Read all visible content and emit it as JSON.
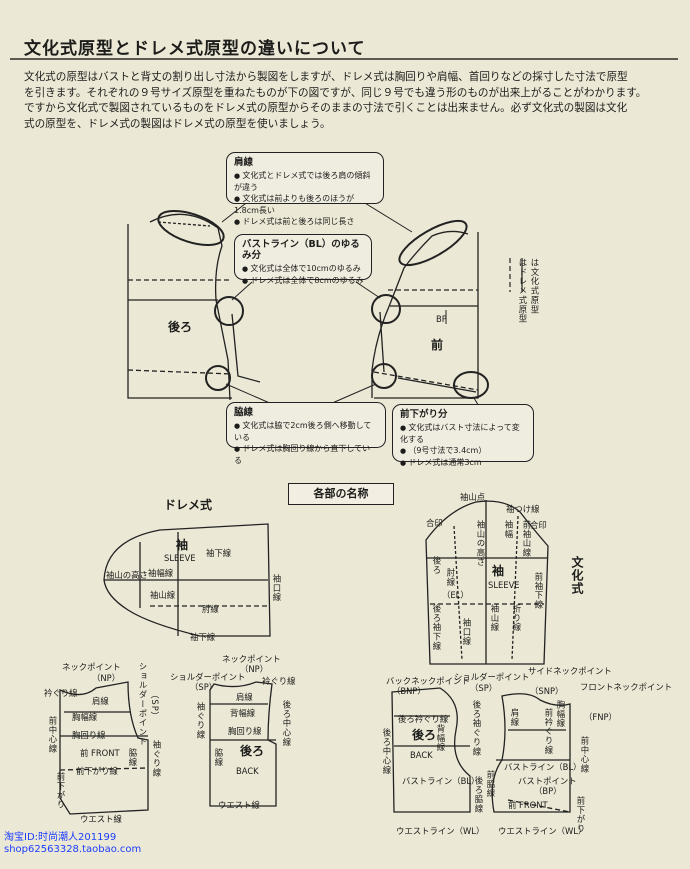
{
  "title": "文化式原型とドレメ式原型の違いについて",
  "intro": [
    "文化式の原型はバストと背丈の割り出し寸法から製図をしますが、ドレメ式は胸回りや肩幅、首回りなどの採寸した寸法で原型",
    "を引きます。それぞれの９号サイズ原型を重ねたものが下の図ですが、同じ９号でも違う形のものが出来上がることがわかります。",
    "ですから文化式で製図されているものをドレメ式の原型からそのままの寸法で引くことは出来ません。必ず文化式の製図は文化",
    "式の原型を、ドレメ式の製図はドレメ式の原型を使いましょう。"
  ],
  "comparison": {
    "shoulder": {
      "title": "肩線",
      "items": [
        "文化式とドレメ式では後ろ肩の傾斜が違う",
        "文化式は前よりも後ろのほうが1.8cm長い",
        "ドレメ式は前と後ろは同じ長さ"
      ]
    },
    "bust": {
      "title": "バストライン（BL）のゆるみ分",
      "items": [
        "文化式は全体で10cmのゆるみ",
        "ドレメ式は全体で8cmのゆるみ"
      ]
    },
    "side": {
      "title": "脇線",
      "items": [
        "文化式は脇で2cm後ろ側へ移動している",
        "ドレメ式は胸回り線から直下している"
      ]
    },
    "front_drop": {
      "title": "前下がり分",
      "items": [
        "文化式はバスト寸法によって変化する",
        "（9号寸法で3.4cm）",
        "ドレメ式は通常3cm"
      ]
    },
    "back_label": "後ろ",
    "front_label": "前",
    "bp_label": "BP",
    "legend_bunka": "は文化式原型",
    "legend_doreme": "はドレメ式原型"
  },
  "section_title": "各部の名称",
  "doreme": {
    "heading": "ドレメ式",
    "sleeve": [
      "袖",
      "SLEEVE",
      "袖下線",
      "袖山の高さ",
      "袖幅線",
      "袖山線",
      "肘線",
      "袖口線",
      "袖下線"
    ],
    "front": [
      "ネックポイント",
      "（NP）",
      "ショルダーポイント",
      "（SP）",
      "衿ぐり線",
      "肩線",
      "胸幅線",
      "胸回り線",
      "前中心線",
      "前 FRONT",
      "脇線",
      "袖ぐり線",
      "前下がり線",
      "前下がり",
      "ウエスト線"
    ],
    "back": [
      "ネックポイント",
      "（NP）",
      "ショルダーポイント",
      "（SP）",
      "衿ぐり線",
      "肩線",
      "背幅線",
      "胸回り線",
      "袖ぐり線",
      "後ろ中心線",
      "後ろ",
      "BACK",
      "脇線",
      "ウエスト線"
    ]
  },
  "bunka": {
    "heading": "文化式",
    "sleeve": [
      "袖山点",
      "袖つけ線",
      "合印",
      "合印",
      "後ろ",
      "肘線",
      "（EL）",
      "袖",
      "SLEEVE",
      "袖幅",
      "前袖下線",
      "後ろ袖下線",
      "袖山線",
      "折り線",
      "袖口線",
      "前袖山線",
      "袖山の高さ"
    ],
    "back": [
      "バックネックポイント",
      "（BNP）",
      "ショルダーポイント",
      "（SP）",
      "後ろ衿ぐり線",
      "後ろ",
      "BACK",
      "背幅線",
      "後ろ袖ぐり線",
      "後ろ中心線",
      "バストライン（BL）",
      "後ろ脇線",
      "ウエストライン（WL）"
    ],
    "front": [
      "サイドネックポイント",
      "（SNP）",
      "フロントネックポイント",
      "（FNP）",
      "肩線",
      "前衿ぐり線",
      "胸幅線",
      "前中心線",
      "バストライン（BL）",
      "バストポイント",
      "（BP）",
      "前脇線",
      "前 FRONT",
      "前下がり",
      "ウエストライン（WL）"
    ]
  },
  "watermark": [
    "淘宝ID:时尚潮人201199",
    "shop62563328.taobao.com"
  ],
  "colors": {
    "paper": "#ebe8d5",
    "ink": "#1c1c1a",
    "watermark": "#1c3cff"
  }
}
